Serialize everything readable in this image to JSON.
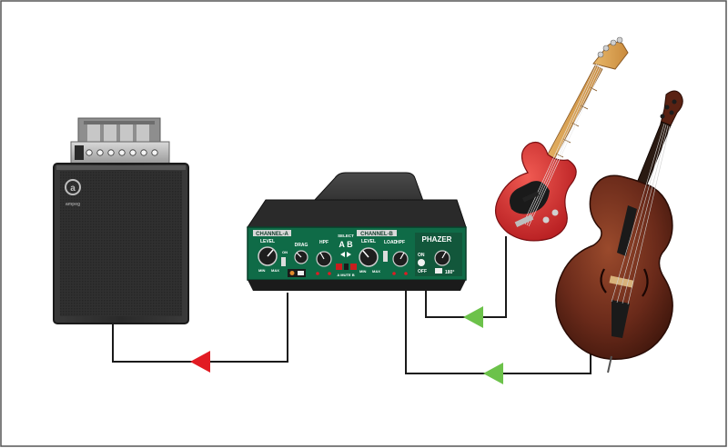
{
  "colors": {
    "frame": "#555555",
    "wire": "#1a1a1a",
    "arrow_output": "#e21b23",
    "arrow_input": "#6cc24a",
    "panel_green": "#0f6b47",
    "cabinet": "#2b2b2b",
    "guitar_body": "#d8282c",
    "upright_body": "#6a2a1a"
  },
  "amp": {
    "brand": "ampeg"
  },
  "device": {
    "channel_a": "CHANNEL-A",
    "channel_b": "CHANNEL-B",
    "select": "SELECT",
    "select_ab": "A B",
    "brand": "PHAZER",
    "level_a": "LEVEL",
    "level_b": "LEVEL",
    "drag": "DRAG",
    "hpf_a": "HPF",
    "hpf_b": "HPF",
    "load": "LOAD",
    "on_a": "ON",
    "on_b": "ON",
    "off": "OFF",
    "min_a": "MIN",
    "max_a": "MAX",
    "min_b": "MIN",
    "max_b": "MAX",
    "mute": "A MUTE B",
    "polarity": "180°"
  },
  "icons": {
    "output_arrow": "arrow-left-icon",
    "input_arrow": "arrow-left-icon"
  }
}
